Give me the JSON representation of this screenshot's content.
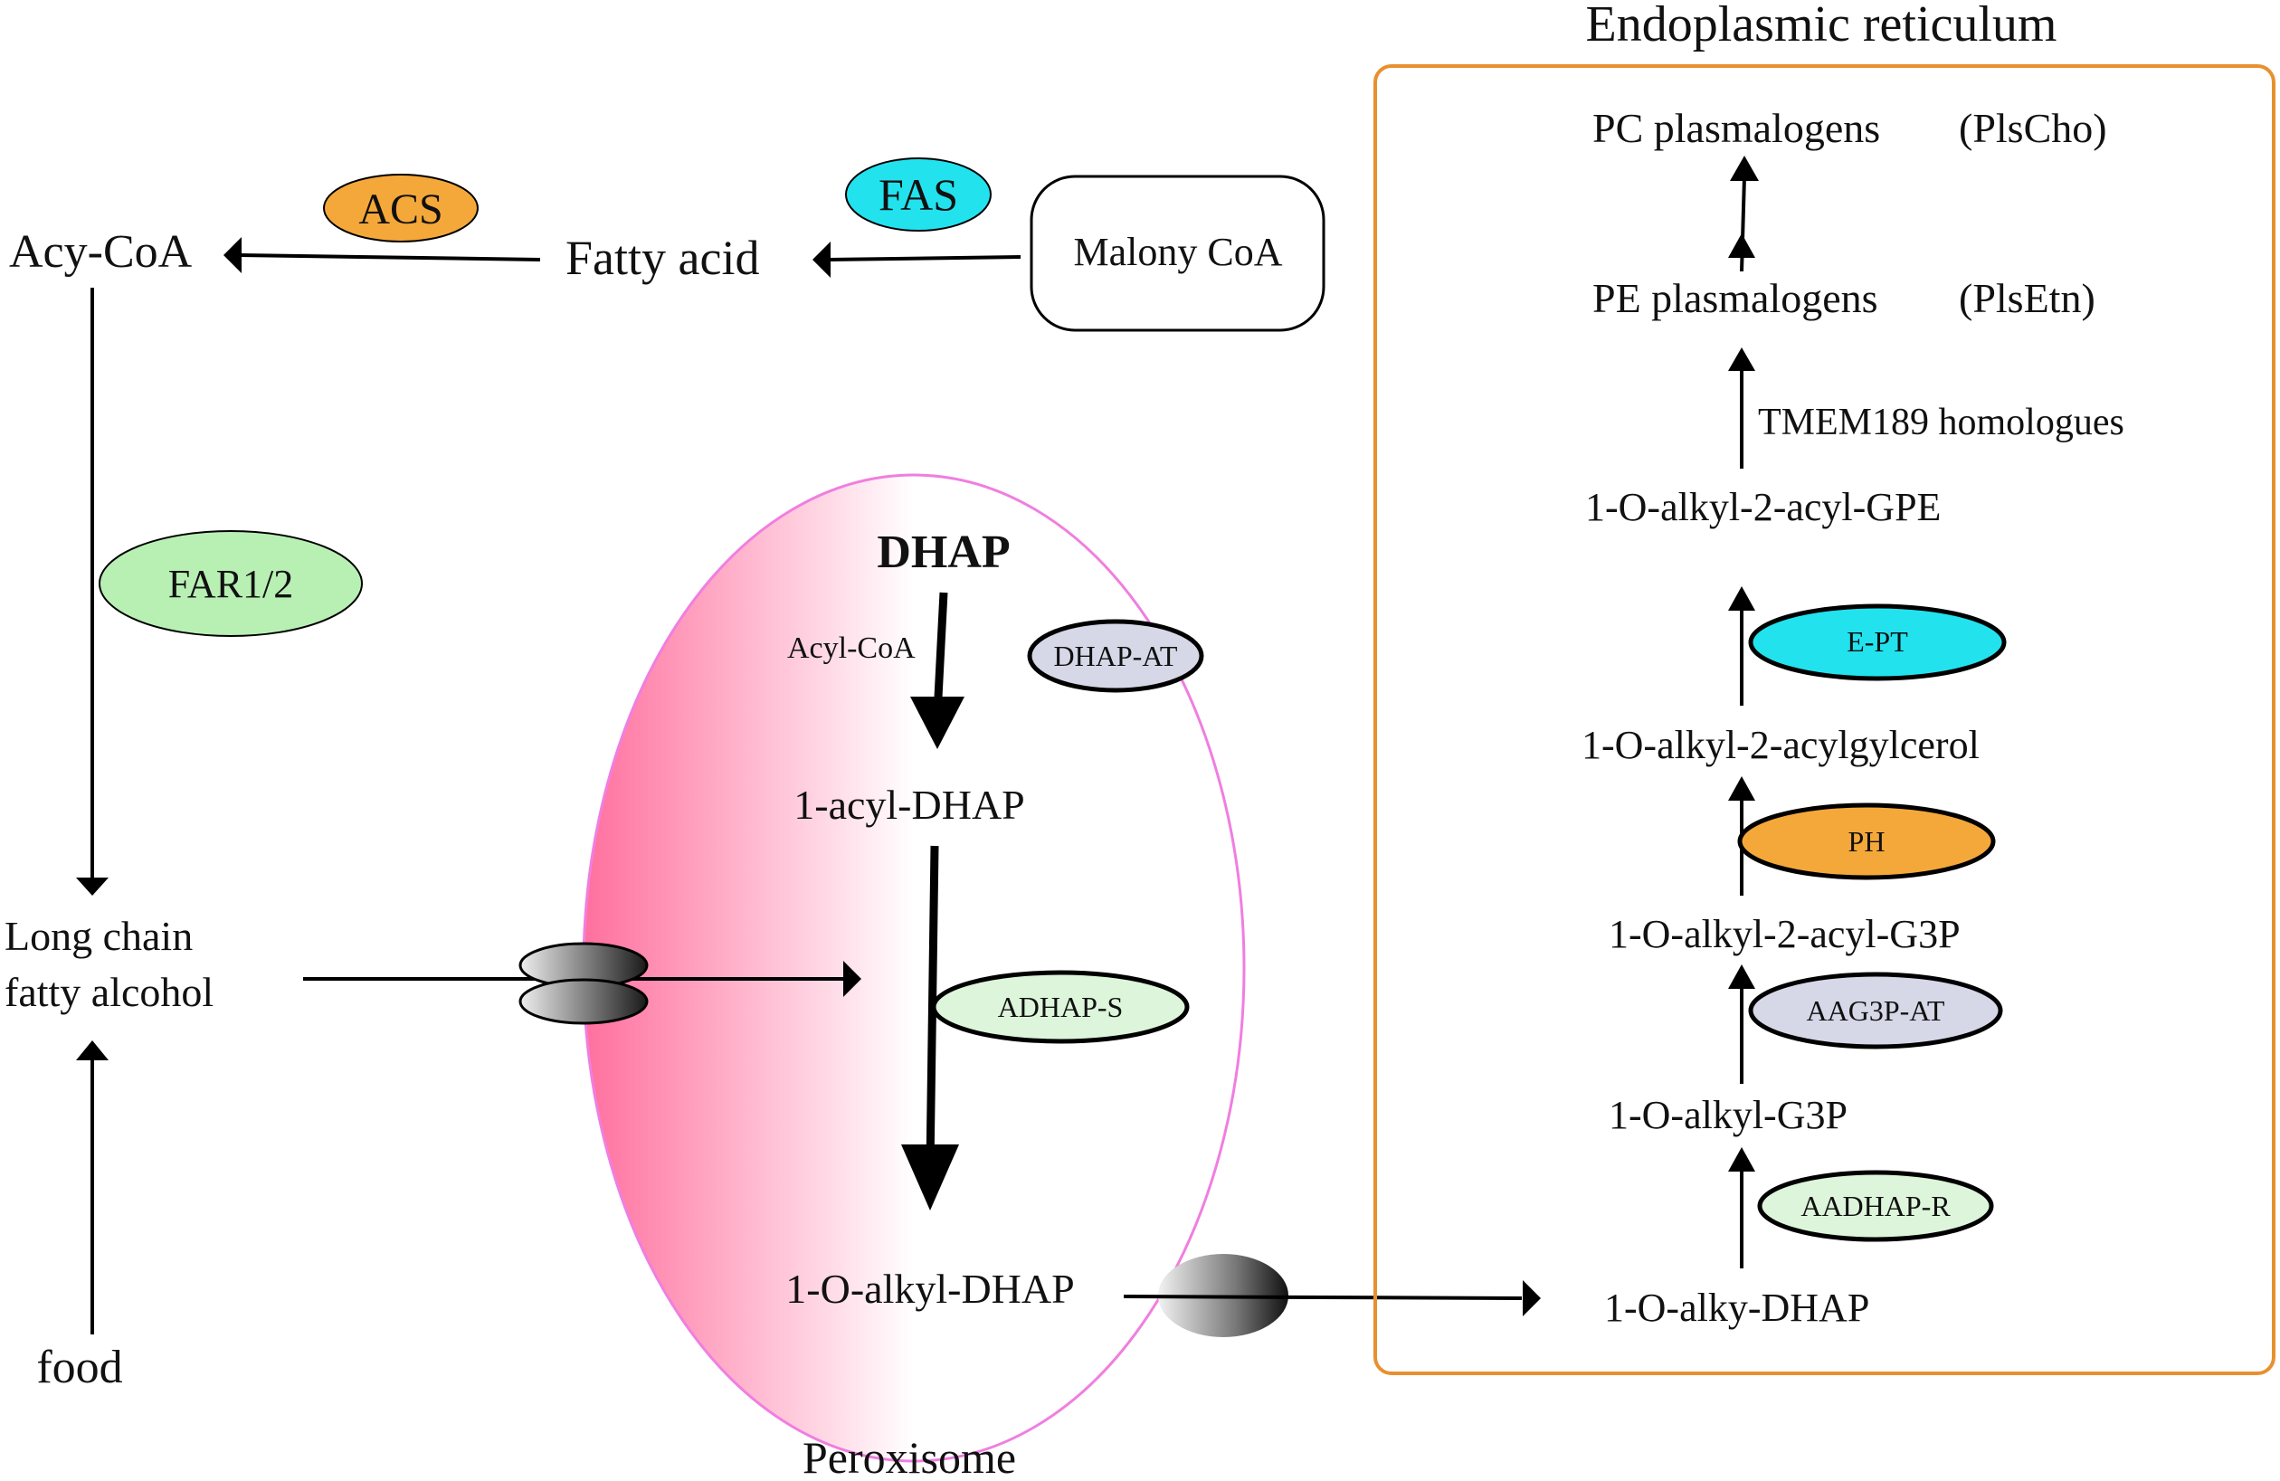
{
  "colors": {
    "orange": "#F5A83A",
    "cyan": "#22E2EE",
    "green": "#B8F0B4",
    "pale_green": "#DDF5DA",
    "lavender": "#D6D8E8",
    "peroxisome_outline": "#F07EE0",
    "peroxisome_pink": "#FF6F9E",
    "er_box": "#E8902F"
  },
  "cytosol": {
    "acy_coa": "Acy-CoA",
    "fatty_acid": "Fatty acid",
    "malony_coa": "Malony CoA",
    "acs": "ACS",
    "fas": "FAS",
    "far": "FAR1/2",
    "long_chain_1": "Long chain",
    "long_chain_2": "fatty  alcohol",
    "food": "food"
  },
  "peroxisome": {
    "label": "Peroxisome",
    "dhap": "DHAP",
    "acyl_coa": "Acyl-CoA",
    "dhap_at": "DHAP-AT",
    "acyl_dhap": "1-acyl-DHAP",
    "adhap_s": "ADHAP-S",
    "alkyl_dhap": "1-O-alkyl-DHAP"
  },
  "er": {
    "title": "Endoplasmic reticulum",
    "pc": "PC plasmalogens",
    "plscho": "(PlsCho)",
    "pe": "PE plasmalogens",
    "plsetn": "(PlsEtn)",
    "tmem": "TMEM189  homologues",
    "gpe": "1-O-alkyl-2-acyl-GPE",
    "ept": "E-PT",
    "acylglycerol": "1-O-alkyl-2-acylgylcerol",
    "ph": "PH",
    "acyl_g3p": "1-O-alkyl-2-acyl-G3P",
    "aag3p_at": "AAG3P-AT",
    "alkyl_g3p": "1-O-alkyl-G3P",
    "aadhap_r": "AADHAP-R",
    "alky_dhap": "1-O-alky-DHAP"
  }
}
